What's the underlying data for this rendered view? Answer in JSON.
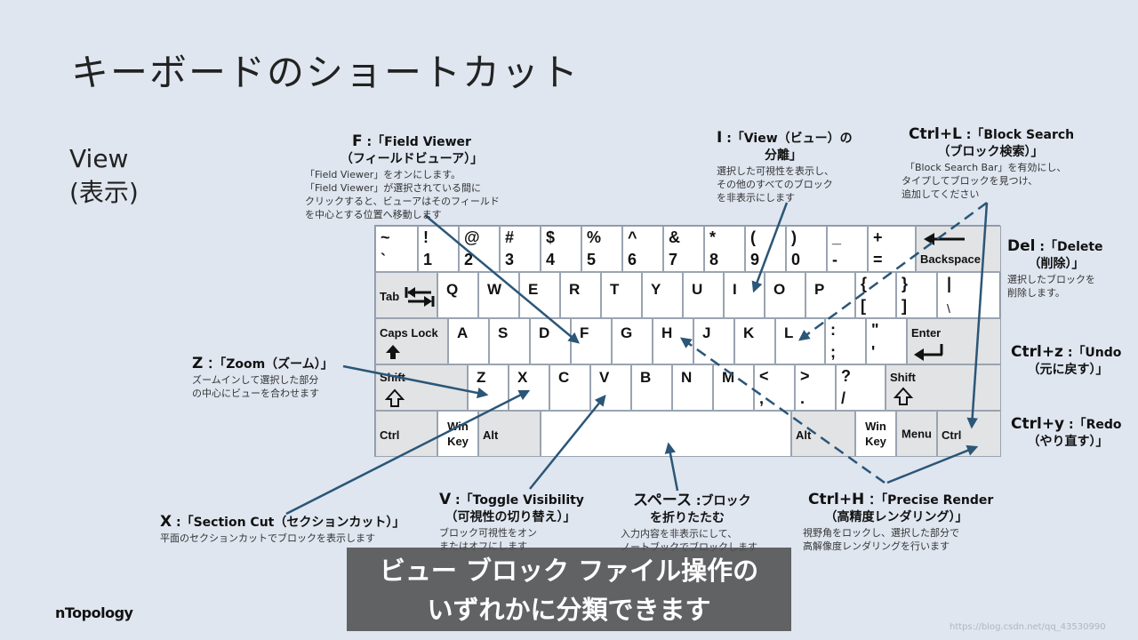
{
  "title": "キーボードのショートカット",
  "section": {
    "line1": "View",
    "line2": "(表示)"
  },
  "keyboard": {
    "r1": [
      {
        "t": "~",
        "b": "`"
      },
      {
        "t": "!",
        "b": "1"
      },
      {
        "t": "@",
        "b": "2"
      },
      {
        "t": "#",
        "b": "3"
      },
      {
        "t": "$",
        "b": "4"
      },
      {
        "t": "%",
        "b": "5"
      },
      {
        "t": "^",
        "b": "6"
      },
      {
        "t": "&",
        "b": "7"
      },
      {
        "t": "*",
        "b": "8"
      },
      {
        "t": "(",
        "b": "9"
      },
      {
        "t": ")",
        "b": "0"
      },
      {
        "t": "_",
        "b": "-"
      },
      {
        "t": "+",
        "b": "="
      }
    ],
    "backspace": "Backspace",
    "tab": "Tab",
    "r2": [
      "Q",
      "W",
      "E",
      "R",
      "T",
      "Y",
      "U",
      "I",
      "O",
      "P"
    ],
    "r2_bracket_open": {
      "t": "{",
      "b": "["
    },
    "r2_bracket_close": {
      "t": "}",
      "b": "]"
    },
    "r2_pipe": {
      "t": "|",
      "b": "\\"
    },
    "caps": "Caps Lock",
    "r3": [
      "A",
      "S",
      "D",
      "F",
      "G",
      "H",
      "J",
      "K",
      "L"
    ],
    "r3_colon": {
      "t": ":",
      "b": ";"
    },
    "r3_quote": {
      "t": "\"",
      "b": "'"
    },
    "enter": "Enter",
    "shift_l": "Shift",
    "r4": [
      "Z",
      "X",
      "C",
      "V",
      "B",
      "N",
      "M"
    ],
    "r4_lt": {
      "t": "<",
      "b": ","
    },
    "r4_gt": {
      "t": ">",
      "b": "."
    },
    "r4_q": {
      "t": "?",
      "b": "/"
    },
    "shift_r": "Shift",
    "ctrl_l": "Ctrl",
    "win_l": "Win\nKey",
    "alt_l": "Alt",
    "alt_r": "Alt",
    "win_r": "Win\nKey",
    "menu": "Menu",
    "ctrl_r": "Ctrl"
  },
  "annotations": {
    "f": {
      "key": "F",
      "sep": ":",
      "name": "「Field Viewer",
      "name2": "（フィールドビューア）」",
      "desc": [
        "「Field Viewer」をオンにします。",
        "「Field Viewer」が選択されている間に",
        "クリックすると、ビューアはそのフィールド",
        "を中心とする位置へ移動します"
      ]
    },
    "i": {
      "key": "I",
      "sep": ":",
      "name": "「View（ビュー）の",
      "name2": "分離」",
      "desc": [
        "選択した可視性を表示し、",
        "その他のすべてのブロック",
        "を非表示にします"
      ]
    },
    "ctrl_l": {
      "key": "Ctrl+L",
      "sep": ":",
      "name": "「Block Search",
      "name2": "（ブロック検索）」",
      "desc": [
        "「Block Search Bar」を有効にし、",
        "タイプしてブロックを見つけ、",
        "追加してください"
      ]
    },
    "del": {
      "key": "Del",
      "sep": ":",
      "name": "「Delete",
      "name2": "（削除）」",
      "desc": [
        "選択したブロックを",
        "削除します。"
      ]
    },
    "ctrl_z": {
      "key": "Ctrl+z",
      "sep": ":",
      "name": "「Undo",
      "name2": "（元に戻す）」"
    },
    "ctrl_y": {
      "key": "Ctrl+y",
      "sep": ":",
      "name": "「Redo",
      "name2": "（やり直す）」"
    },
    "z": {
      "key": "Z",
      "sep": "：",
      "name": "「Zoom（ズーム）」",
      "desc": [
        "ズームインして選択した部分",
        "の中心にビューを合わせます"
      ]
    },
    "x": {
      "key": "X",
      "sep": ":",
      "name": "「Section Cut（セクションカット）」",
      "desc": [
        "平面のセクションカットでブロックを表示します"
      ]
    },
    "v": {
      "key": "V",
      "sep": ":",
      "name": "「Toggle Visibility",
      "name2": "（可視性の切り替え）」",
      "desc": [
        "ブロック可視性をオン",
        "またはオフにします"
      ]
    },
    "space": {
      "key": "スペース",
      "sep": ":",
      "name": "ブロック",
      "name2": "を折りたたむ",
      "desc": [
        "入力内容を非表示にして、",
        "ノートブックでブロックします"
      ]
    },
    "ctrl_h": {
      "key": "Ctrl+H",
      "sep": "：",
      "name": "「Precise Render",
      "name2": "（高精度レンダリング）」",
      "desc": [
        "視野角をロックし、選択した部分で",
        "高解像度レンダリングを行います"
      ]
    }
  },
  "subtitle": {
    "line1": "ビュー ブロック ファイル操作の",
    "line2": "いずれかに分類できます"
  },
  "logo": "nTopology",
  "watermark": "https://blog.csdn.net/qq_43530990",
  "colors": {
    "background": "#dfe6f0",
    "arrow": "#2b5677",
    "key_gray": "#e2e3e5"
  }
}
